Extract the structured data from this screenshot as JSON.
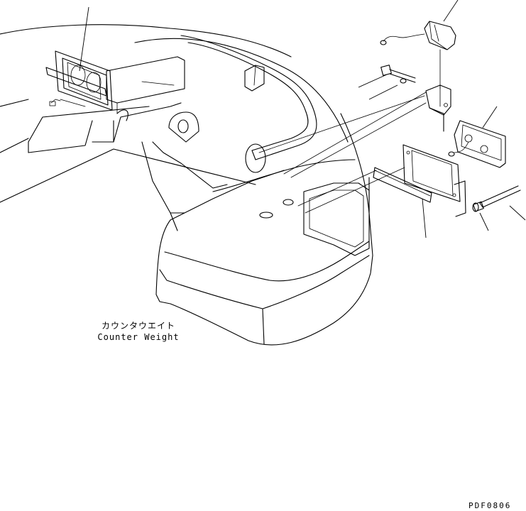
{
  "label": {
    "japanese": "カウンタウエイト",
    "english": "Counter Weight"
  },
  "drawing_code": "PDF0806"
}
